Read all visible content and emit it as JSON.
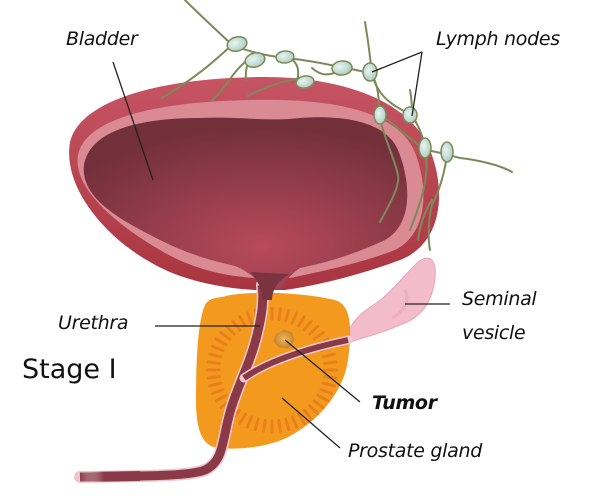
{
  "diagram": {
    "title": "Stage I",
    "labels": {
      "bladder": "Bladder",
      "lymph_nodes": "Lymph nodes",
      "urethra": "Urethra",
      "seminal_vesicle_line1": "Seminal",
      "seminal_vesicle_line2": "vesicle",
      "tumor": "Tumor",
      "prostate_gland": "Prostate gland"
    },
    "colors": {
      "bladder_outer": "#b8404f",
      "bladder_lining": "#d98a93",
      "bladder_inner": "#7d3440",
      "prostate": "#f39a1e",
      "prostate_rays": "#e8781a",
      "seminal_vesicle": "#f2bccb",
      "lymph_vessel": "#7c8a5a",
      "lymph_node": "#cfe6df",
      "tumor": "#e0a040",
      "leader_line": "#222222"
    }
  }
}
